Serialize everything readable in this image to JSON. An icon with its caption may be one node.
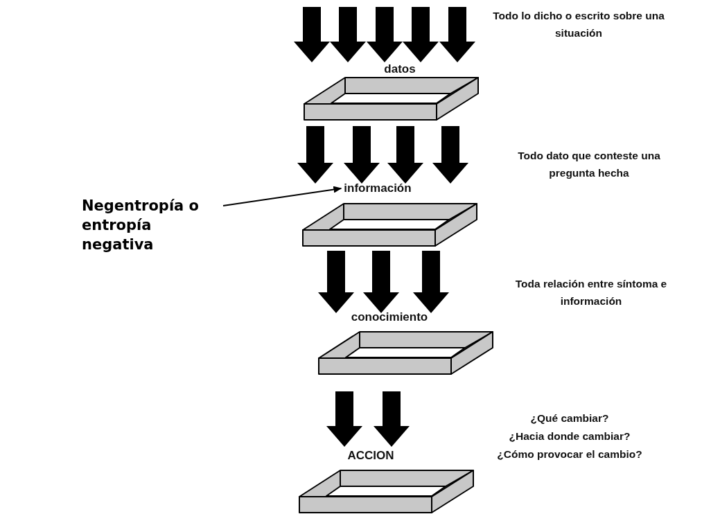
{
  "diagram": {
    "nodes": [
      {
        "text": [
          "datos"
        ]
      },
      {
        "text": [
          "información"
        ]
      },
      {
        "text": [
          "conocimiento"
        ]
      },
      {
        "text": [
          "ACCION"
        ]
      },
      {
        "text": [
          "Negentropía o entropía negativa"
        ]
      }
    ],
    "edges": [
      {
        "from": 4,
        "to": 1,
        "arrow": "to"
      }
    ],
    "labels": [
      "Todo lo dicho o escrito sobre una situación",
      "Todo dato que conteste una pregunta hecha",
      "Toda relación entre síntoma e información",
      "¿Qué cambiar?",
      "¿Hacia donde cambiar?",
      "¿Cómo provocar el cambio?"
    ]
  }
}
